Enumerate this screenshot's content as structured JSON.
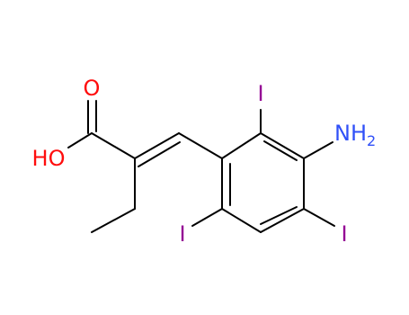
{
  "molecule": {
    "atoms": {
      "oxygen_carbonyl": {
        "label": "O",
        "color": "#ff0d0d"
      },
      "hydroxyl": {
        "label": "HO",
        "color": "#ff0d0d"
      },
      "iodine_top": {
        "label": "I",
        "color": "#940094"
      },
      "iodine_left": {
        "label": "I",
        "color": "#940094"
      },
      "iodine_right": {
        "label": "I",
        "color": "#940094"
      },
      "amine": {
        "label": "NH",
        "subscript": "2",
        "color": "#3050f8"
      }
    },
    "bond_color": "#000000"
  }
}
